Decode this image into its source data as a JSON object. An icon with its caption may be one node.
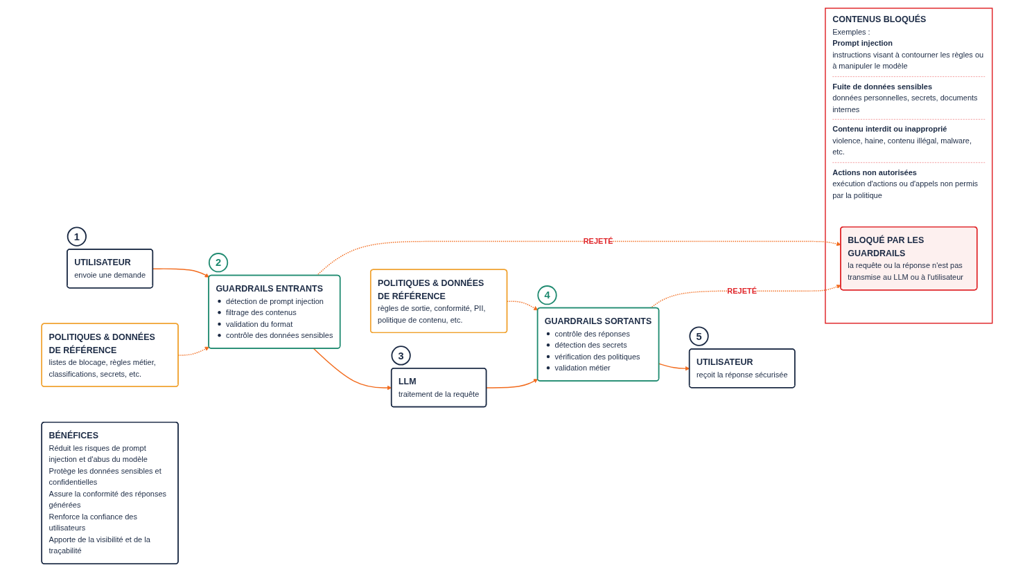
{
  "diagram": {
    "nodes": [
      {
        "text": [
          "UTILISATEUR",
          "envoie une demande"
        ],
        "beside": [
          "1"
        ]
      },
      {
        "text": [
          "GUARDRAILS ENTRANTS",
          "détection de prompt injection",
          "filtrage des contenus",
          "validation du format",
          "contrôle des données sensibles"
        ],
        "beside": [
          "2"
        ]
      },
      {
        "text": [
          "POLITIQUES & DONNÉES DE RÉFÉRENCE",
          "listes de blocage, règles métier, classifications, secrets, etc."
        ]
      },
      {
        "text": [
          "LLM",
          "traitement de la requête"
        ],
        "beside": [
          "3"
        ]
      },
      {
        "text": [
          "GUARDRAILS SORTANTS",
          "contrôle des réponses",
          "détection des secrets",
          "vérification des politiques",
          "validation métier"
        ],
        "beside": [
          "4"
        ]
      },
      {
        "text": [
          "POLITIQUES & DONNÉES DE RÉFÉRENCE",
          "règles de sortie, conformité, PII, politique de contenu, etc."
        ]
      },
      {
        "text": [
          "UTILISATEUR",
          "reçoit la réponse sécurisée"
        ],
        "beside": [
          "5"
        ]
      },
      {
        "text": [
          "BÉNÉFICES",
          "Réduit les risques de prompt injection et d'abus du modèle",
          "Protège les données sensibles et confidentielles",
          "Assure la conformité des réponses générées",
          "Renforce la confiance des utilisateurs",
          "Apporte de la visibilité et de la traçabilité"
        ]
      },
      {
        "text": [
          "CONTENUS BLOQUÉS",
          "Exemples :",
          "Prompt injection",
          "instructions visant à contourner les règles ou à manipuler le modèle",
          "Fuite de données sensibles",
          "données personnelles, secrets, documents internes",
          "Contenu interdit ou inapproprié",
          "violence, haine, contenu illégal, malware, etc.",
          "Actions non autorisées",
          "exécution d'actions ou d'appels non permis par la politique"
        ]
      },
      {
        "text": [
          "BLOQUÉ PAR LES GUARDRAILS",
          "la requête ou la réponse n'est pas transmise au LLM ou à l'utilisateur"
        ],
        "in": 8
      }
    ],
    "edges": [
      {
        "from": 0,
        "to": 1,
        "arrow": "to"
      },
      {
        "from": 2,
        "to": 1,
        "arrow": "to",
        "style": "dashed"
      },
      {
        "from": 1,
        "to": 9,
        "arrow": "to",
        "style": "dashed",
        "label": "REJETÉ"
      },
      {
        "from": 1,
        "to": 3,
        "arrow": "to"
      },
      {
        "from": 3,
        "to": 4,
        "arrow": "to"
      },
      {
        "from": 5,
        "to": 4,
        "arrow": "to",
        "style": "dashed"
      },
      {
        "from": 4,
        "to": 9,
        "arrow": "to",
        "style": "dashed",
        "label": "REJETÉ"
      },
      {
        "from": 4,
        "to": 6,
        "arrow": "to"
      }
    ]
  }
}
